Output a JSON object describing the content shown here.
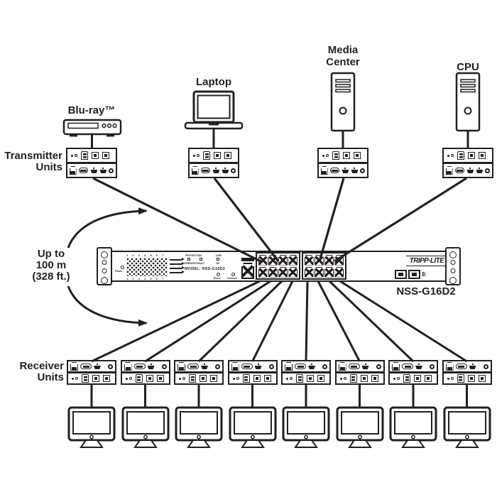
{
  "sources": {
    "items": [
      {
        "label": "Blu-ray™"
      },
      {
        "label": "Laptop"
      },
      {
        "label": "Media Center"
      },
      {
        "label": "CPU"
      }
    ]
  },
  "transmitters": {
    "label": "Transmitter Units",
    "count": 4
  },
  "receivers": {
    "label": "Receiver Units",
    "count": 8
  },
  "monitors": {
    "count": 8
  },
  "range_note": {
    "lines": [
      "Up to",
      "100 m",
      "(328 ft.)"
    ]
  },
  "switch": {
    "brand": "TRIPP·LITE",
    "model_name": "NSS-G16D2",
    "model_label": "MODEL: NSS-G16D2",
    "port_numbers": "1 2 3 4 5 6 7 8",
    "led_headers": {
      "protection": "PROTECTION",
      "line": "LINE"
    },
    "led_labels": {
      "present": "PRESENT",
      "fault": "FAULT",
      "ok": "OK"
    },
    "button_labels": {
      "reset": "Reset",
      "console": "Console"
    },
    "power_label": "Power",
    "sfp_label": "8:"
  },
  "colors": {
    "ink": "#231f20",
    "background": "#ffffff"
  }
}
